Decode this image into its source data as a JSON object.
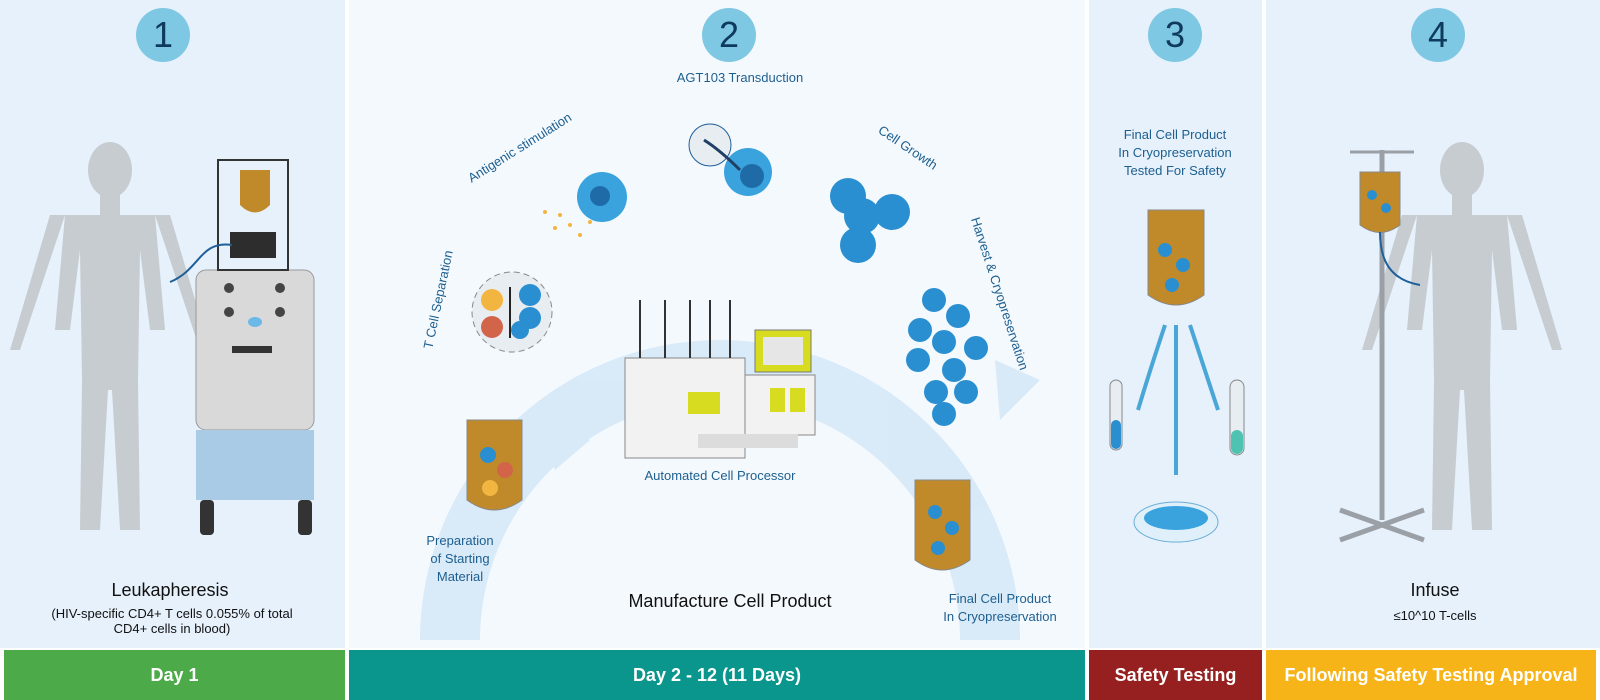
{
  "panels": [
    {
      "number": "1",
      "title": "Leukapheresis",
      "subtitle": "(HIV-specific CD4+ T cells 0.055% of total CD4+ cells in blood)",
      "bar": "Day 1",
      "bar_color": "#4caa48"
    },
    {
      "number": "2",
      "title": "Manufacture Cell Product",
      "bar": "Day 2 - 12 (11 Days)",
      "bar_color": "#0a968c"
    },
    {
      "number": "3",
      "bar": "Safety Testing",
      "bar_color": "#962020"
    },
    {
      "number": "4",
      "title": "Infuse",
      "subtitle": "≤10^10 T-cells",
      "bar": "Following Safety Testing Approval",
      "bar_color": "#f7b419"
    }
  ],
  "steps": {
    "t_cell_separation": "T Cell Separation",
    "antigenic_stimulation": "Antigenic stimulation",
    "transduction": "AGT103 Transduction",
    "cell_growth": "Cell Growth",
    "harvest": "Harvest & Cryopreservation",
    "preparation": "Preparation\nof Starting\nMaterial",
    "processor": "Automated Cell Processor",
    "final_cryo": "Final Cell Product\nIn Cryopreservation",
    "tested": "Final Cell Product\nIn Cryopreservation\nTested For Safety"
  },
  "colors": {
    "badge": "#7ec8e3",
    "text_blue": "#1d5f8f",
    "arrow": "#d6e8f7",
    "bag": "#c08a2a",
    "cell": "#2a8fd0"
  }
}
